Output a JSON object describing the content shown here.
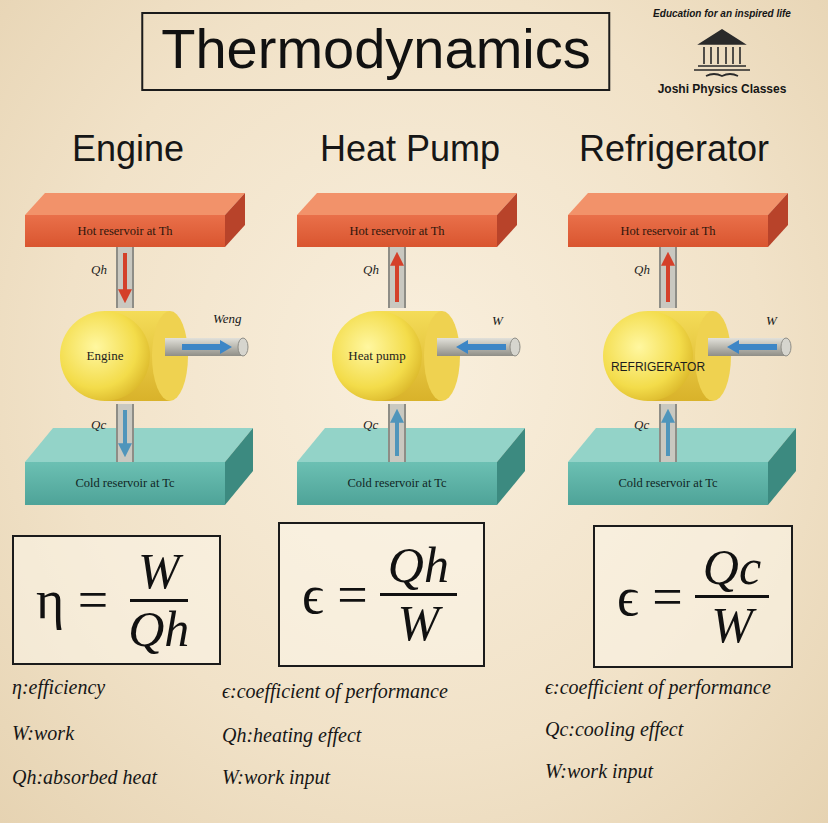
{
  "diagram": {
    "title": "Thermodynamics",
    "nodes": [
      {
        "text": [
          "Hot reservoir at Th"
        ]
      },
      {
        "text": [
          "Engine"
        ]
      },
      {
        "text": [
          "Cold reservoir at Tc"
        ]
      },
      {
        "text": [
          "η =",
          "W",
          "Qh"
        ]
      },
      {
        "text": [
          "Hot reservoir at Th"
        ]
      },
      {
        "text": [
          "Heat pump"
        ]
      },
      {
        "text": [
          "Cold reservoir at Tc"
        ]
      },
      {
        "text": [
          "ϵ =",
          "Qh",
          "W"
        ]
      },
      {
        "text": [
          "Hot reservoir at Th"
        ]
      },
      {
        "text": [
          "REFRIGERATOR"
        ]
      },
      {
        "text": [
          "Cold reservoir at Tc"
        ]
      },
      {
        "text": [
          "ϵ =",
          "Qc",
          "W"
        ]
      }
    ],
    "edges": [
      {
        "from": 0,
        "to": 1,
        "arrow": "to",
        "label": "Qh"
      },
      {
        "from": 1,
        "to": 2,
        "arrow": "to",
        "label": "Qc"
      },
      {
        "from": 5,
        "to": 4,
        "arrow": "to",
        "label": "Qh"
      },
      {
        "from": 6,
        "to": 5,
        "arrow": "to",
        "label": "Qc"
      },
      {
        "from": 9,
        "to": 8,
        "arrow": "to",
        "label": "Qh"
      },
      {
        "from": 10,
        "to": 9,
        "arrow": "to",
        "label": "Qc"
      }
    ],
    "labels": [
      "Education for an inspired life",
      "Joshi Physics Classes",
      "Engine",
      "Heat Pump",
      "Refrigerator",
      "Weng",
      "W",
      "W",
      "η:efficiency",
      "W:work",
      "Qh:absorbed heat",
      "ϵ:coefficient of performance",
      "Qh:heating effect",
      "W:work input",
      "ϵ:coefficient of performance",
      "Qc:cooling effect",
      "W:work input"
    ]
  }
}
